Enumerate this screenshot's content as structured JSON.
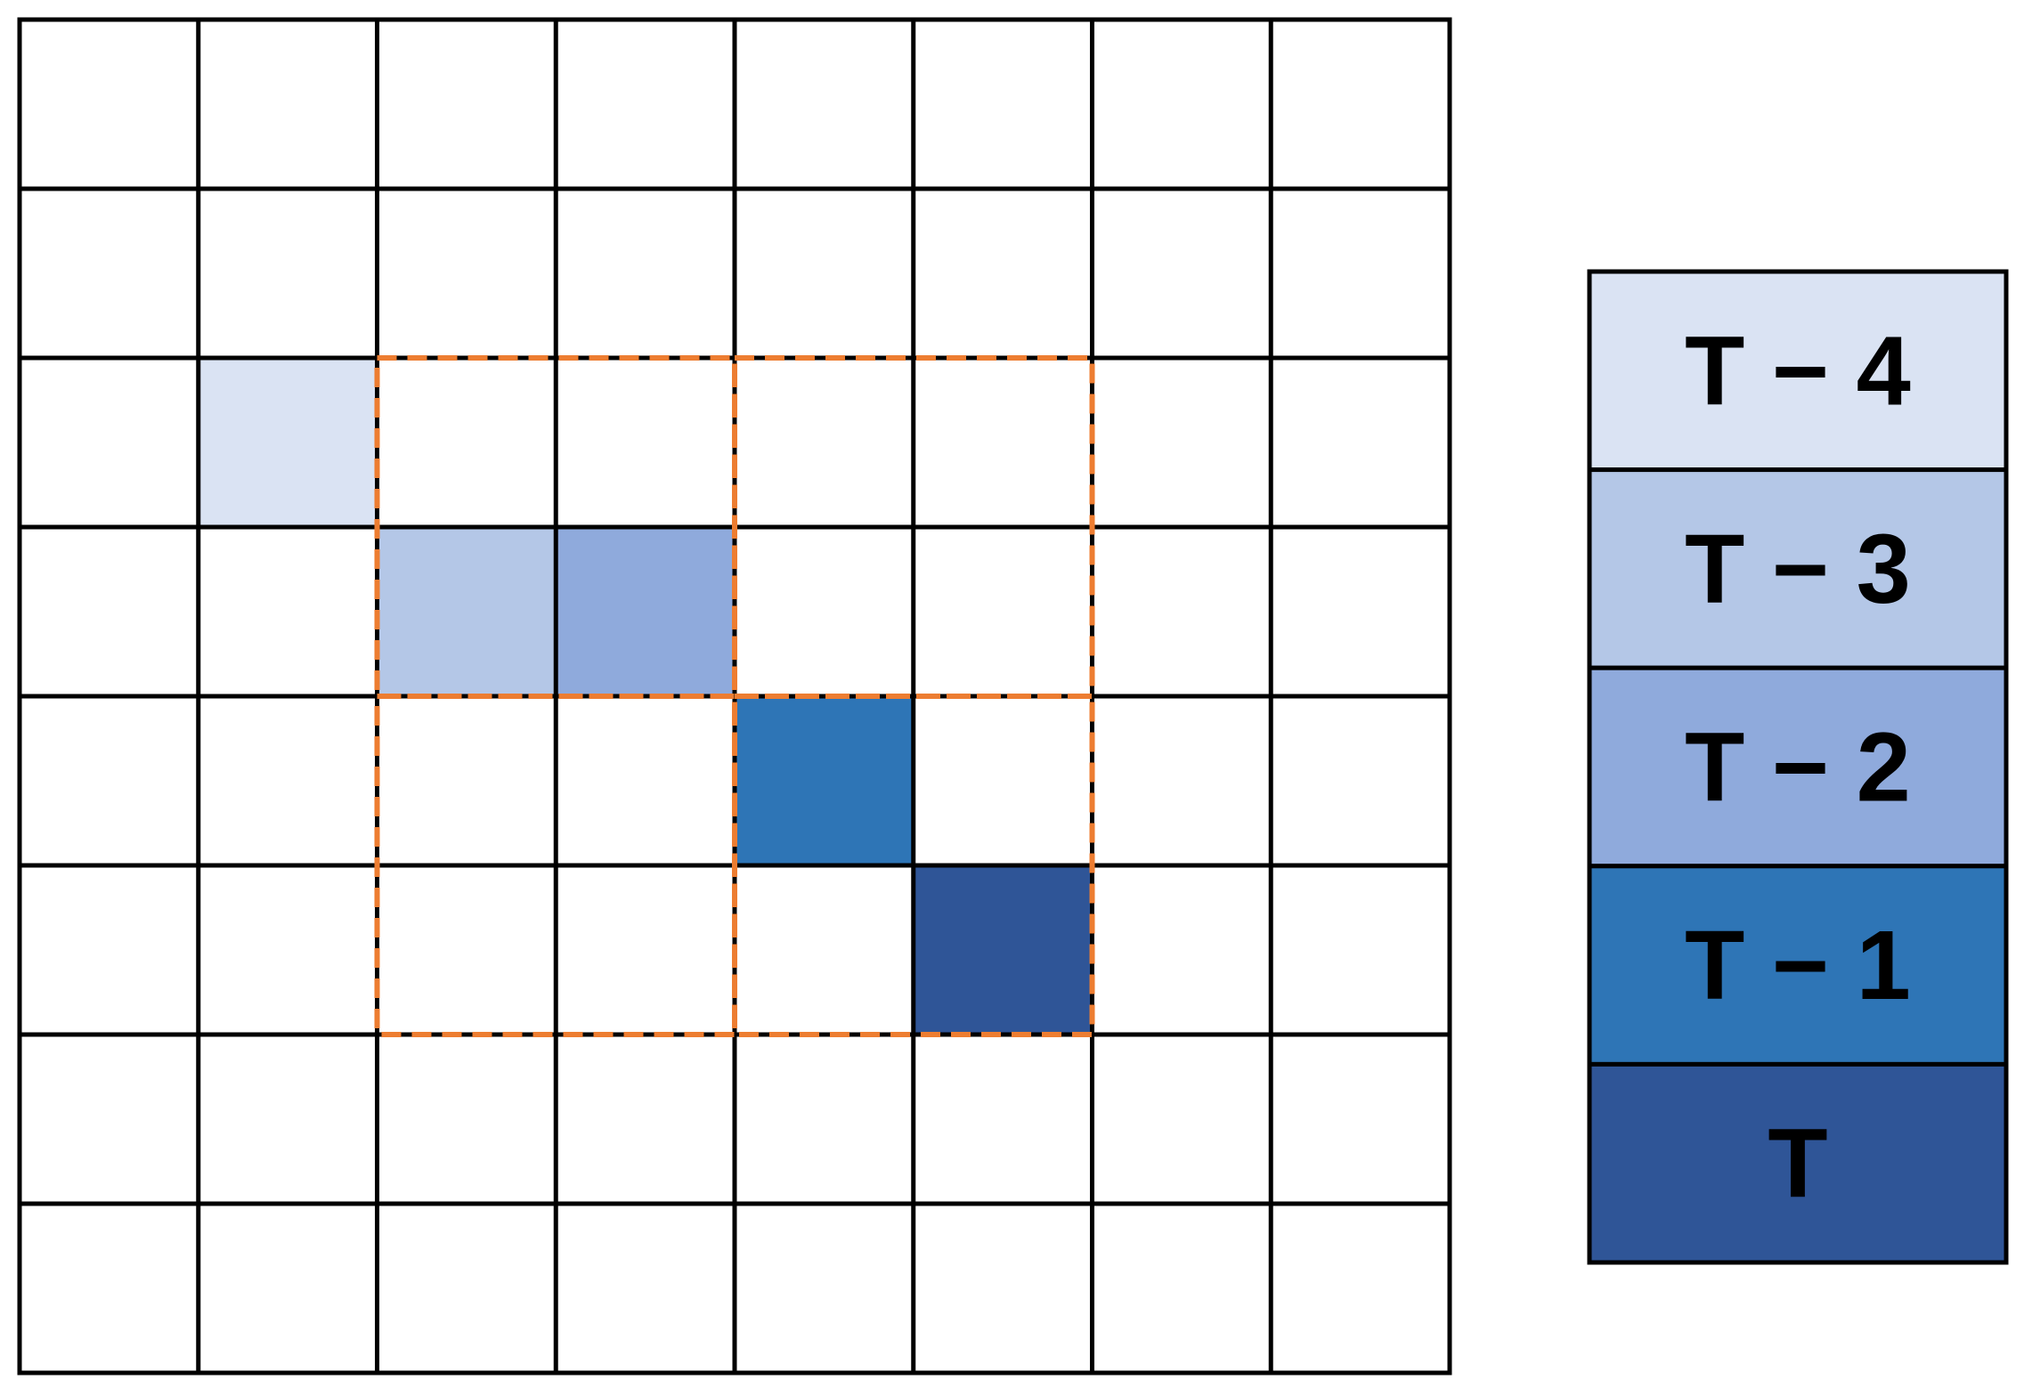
{
  "grid": {
    "rows": 8,
    "cols": 8,
    "line_color": "#000000",
    "background": "#ffffff",
    "colored_cells": [
      {
        "row": 2,
        "col": 1,
        "step": "T - 4"
      },
      {
        "row": 3,
        "col": 2,
        "step": "T - 3"
      },
      {
        "row": 3,
        "col": 3,
        "step": "T - 2"
      },
      {
        "row": 4,
        "col": 4,
        "step": "T - 1"
      },
      {
        "row": 5,
        "col": 5,
        "step": "T"
      }
    ]
  },
  "windows": {
    "color": "#ED7D31",
    "style": "dashed",
    "blocks": [
      {
        "row_start": 2,
        "col_start": 2,
        "row_span": 2,
        "col_span": 2
      },
      {
        "row_start": 2,
        "col_start": 4,
        "row_span": 2,
        "col_span": 2
      },
      {
        "row_start": 4,
        "col_start": 2,
        "row_span": 2,
        "col_span": 2
      },
      {
        "row_start": 4,
        "col_start": 4,
        "row_span": 2,
        "col_span": 2
      }
    ]
  },
  "legend": {
    "items": [
      {
        "label": "T − 4",
        "key": "T - 4",
        "color": "#DAE3F3"
      },
      {
        "label": "T − 3",
        "key": "T - 3",
        "color": "#B4C7E7"
      },
      {
        "label": "T − 2",
        "key": "T - 2",
        "color": "#8FAADC"
      },
      {
        "label": "T − 1",
        "key": "T - 1",
        "color": "#2E75B6"
      },
      {
        "label": "T",
        "key": "T",
        "color": "#2F5597"
      }
    ]
  }
}
